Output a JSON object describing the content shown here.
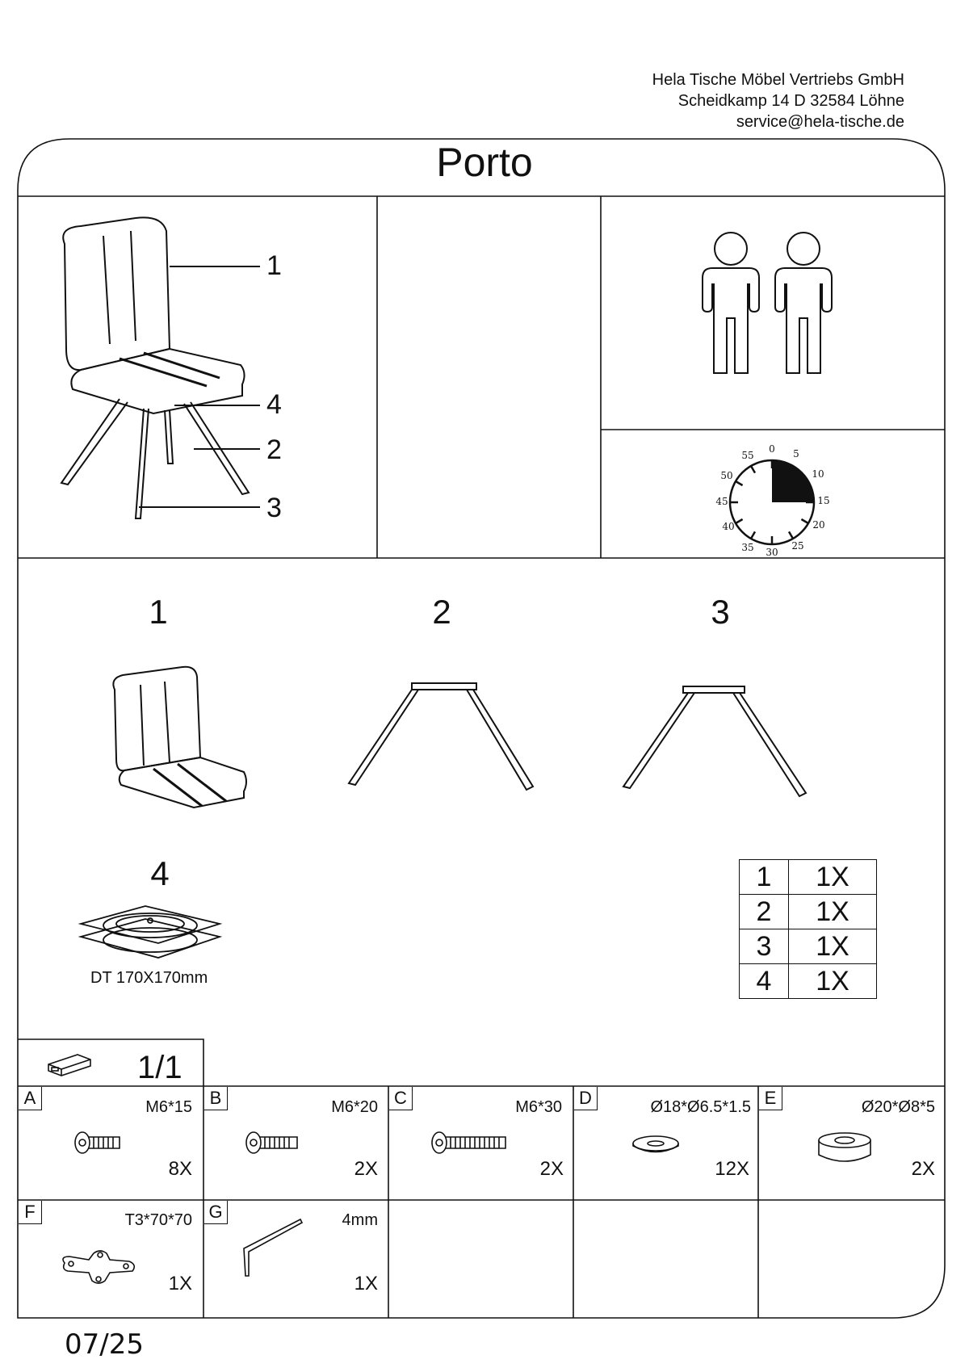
{
  "company": {
    "name": "Hela Tische Möbel Vertriebs GmbH",
    "address": "Scheidkamp 14  D 32584 Löhne",
    "email": "service@hela-tische.de"
  },
  "title": "Porto",
  "overview_callouts": [
    "1",
    "4",
    "2",
    "3"
  ],
  "timer": {
    "minutes_marked": 15,
    "labels": [
      "0",
      "5",
      "10",
      "15",
      "20",
      "25",
      "30",
      "35",
      "40",
      "45",
      "50",
      "55"
    ]
  },
  "parts": [
    {
      "num": "1"
    },
    {
      "num": "2"
    },
    {
      "num": "3"
    },
    {
      "num": "4",
      "caption": "DT  170X170mm"
    }
  ],
  "part_counts": [
    {
      "part": "1",
      "qty": "1X"
    },
    {
      "part": "2",
      "qty": "1X"
    },
    {
      "part": "3",
      "qty": "1X"
    },
    {
      "part": "4",
      "qty": "1X"
    }
  ],
  "bag": {
    "count": "1/1"
  },
  "hardware": [
    {
      "letter": "A",
      "spec": "M6*15",
      "qty": "8X",
      "icon": "screw-icon"
    },
    {
      "letter": "B",
      "spec": "M6*20",
      "qty": "2X",
      "icon": "screw-icon"
    },
    {
      "letter": "C",
      "spec": "M6*30",
      "qty": "2X",
      "icon": "screw-icon"
    },
    {
      "letter": "D",
      "spec": "Ø18*Ø6.5*1.5",
      "qty": "12X",
      "icon": "washer-icon"
    },
    {
      "letter": "E",
      "spec": "Ø20*Ø8*5",
      "qty": "2X",
      "icon": "spacer-icon"
    },
    {
      "letter": "F",
      "spec": "T3*70*70",
      "qty": "1X",
      "icon": "mounting-plate-icon"
    },
    {
      "letter": "G",
      "spec": "4mm",
      "qty": "1X",
      "icon": "allen-key-icon"
    }
  ],
  "footer": {
    "code": "07/25"
  }
}
